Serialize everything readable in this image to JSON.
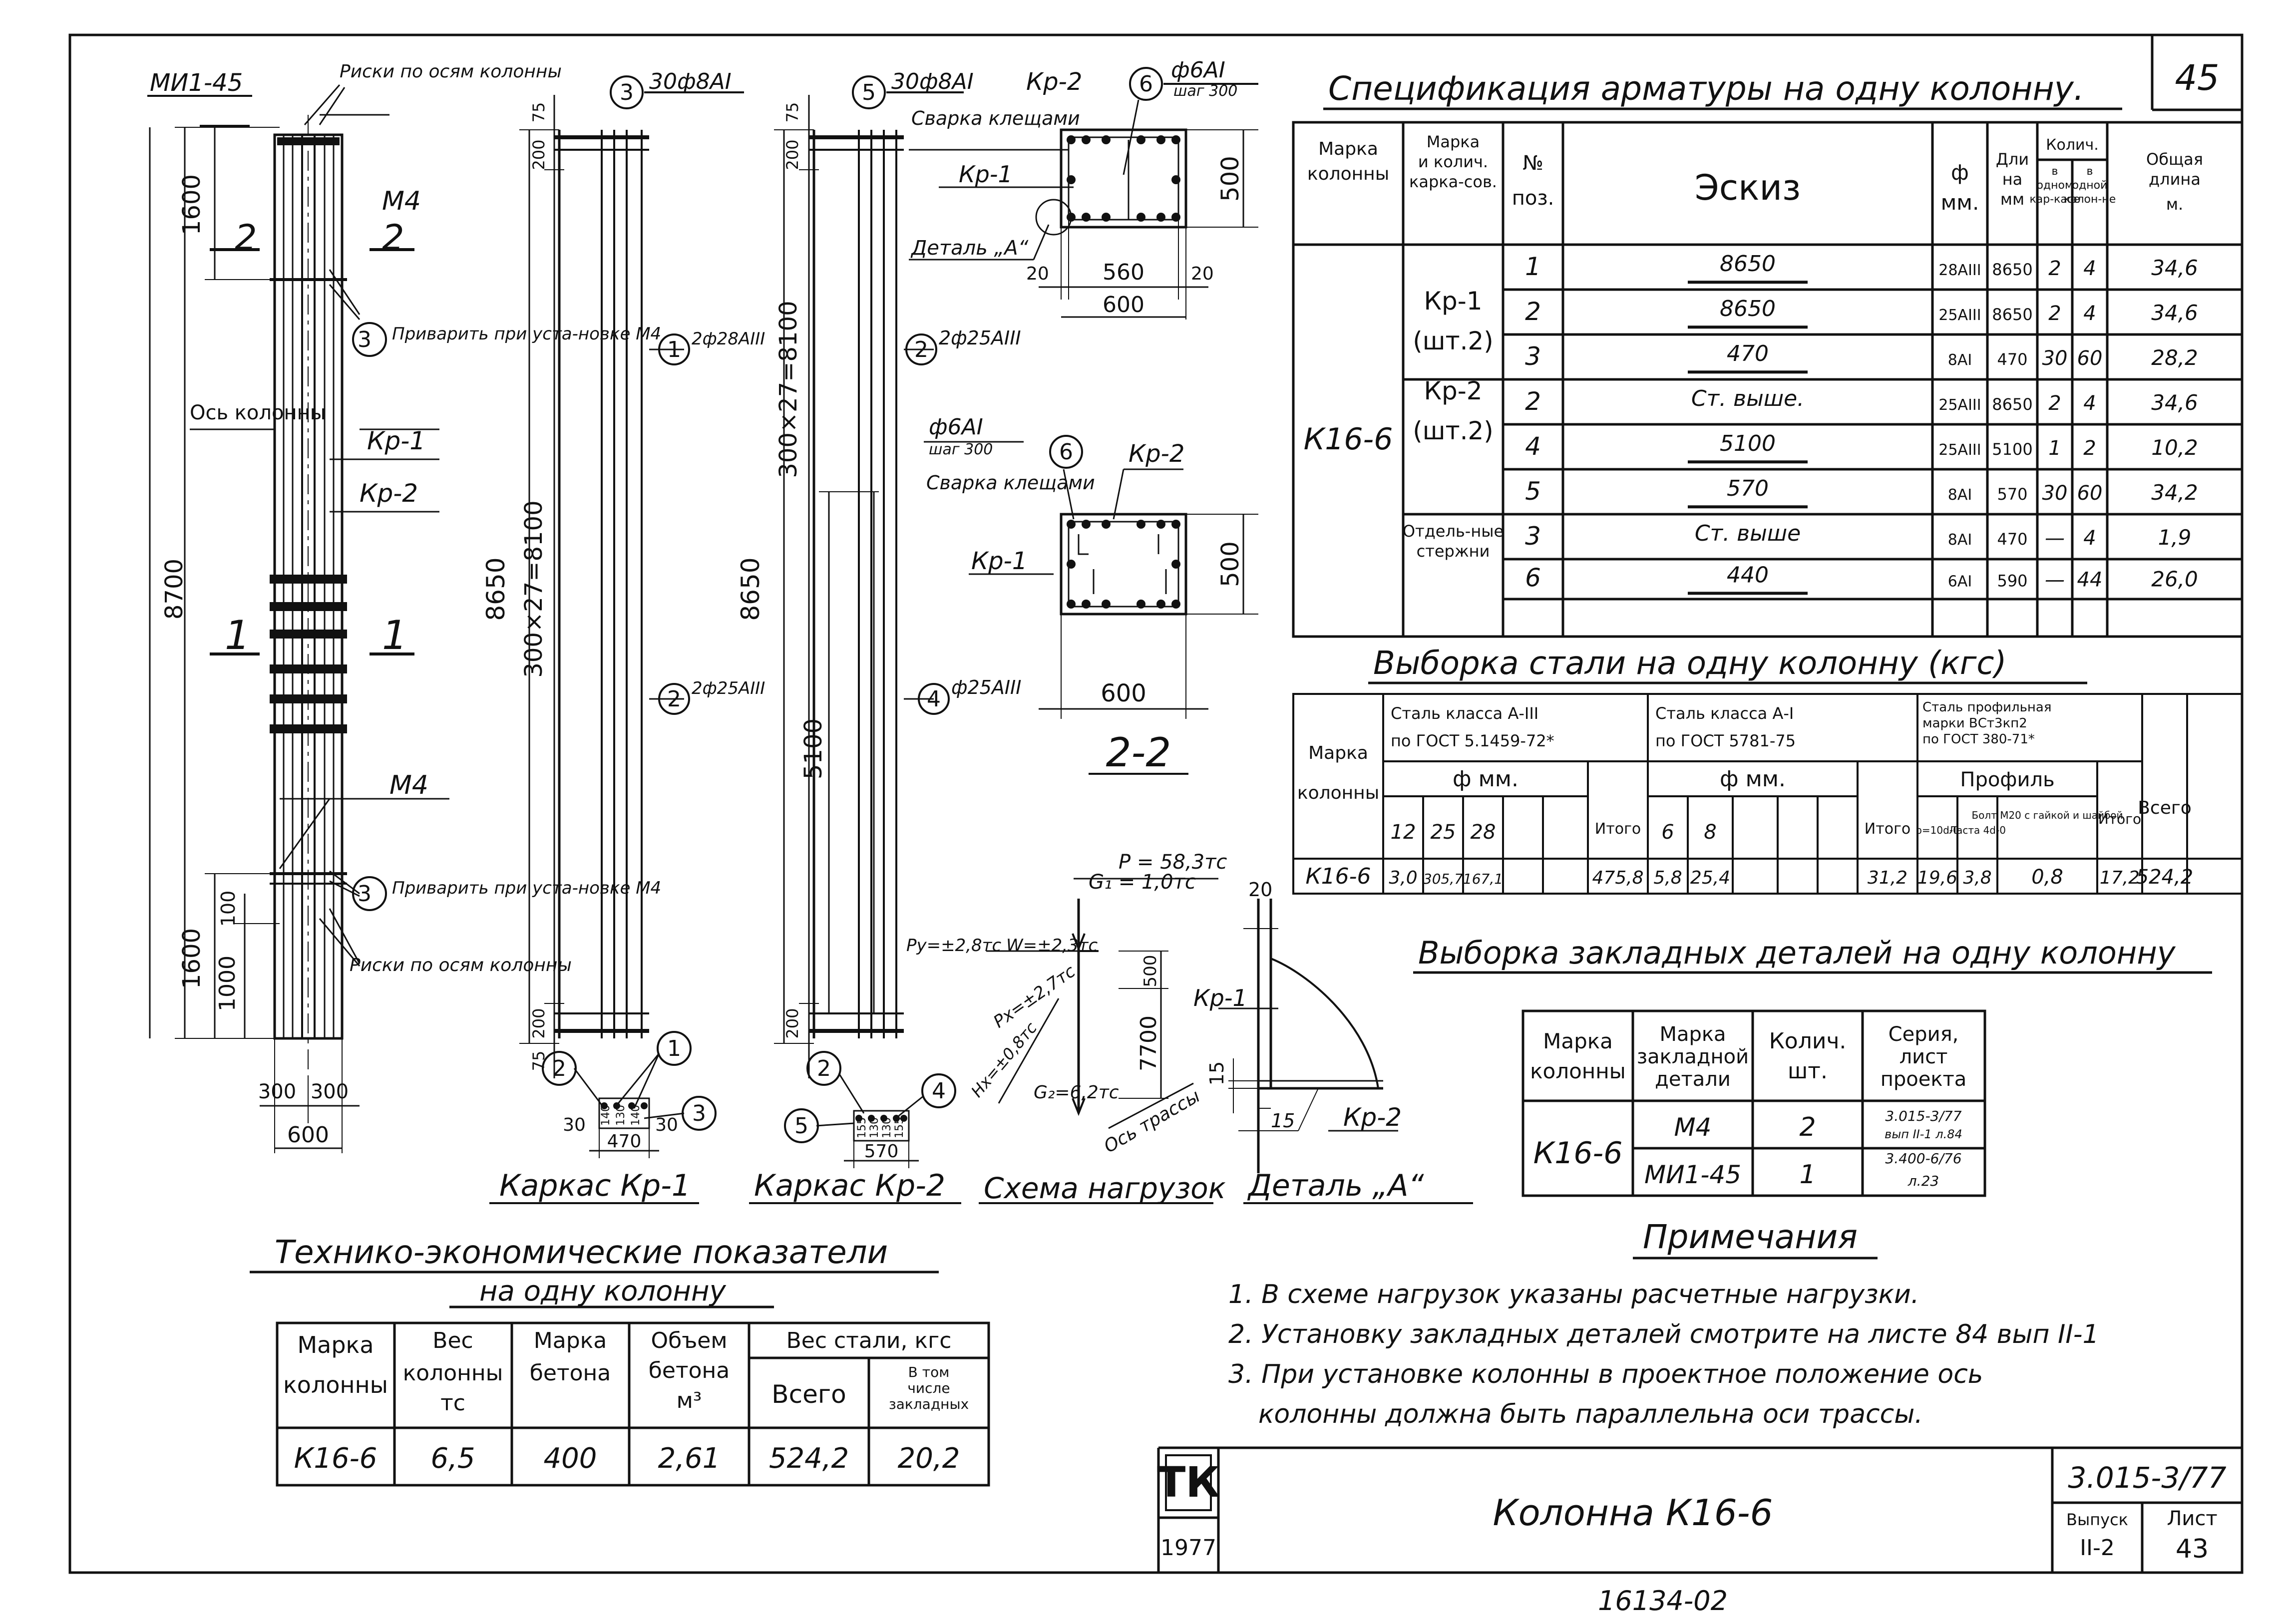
{
  "page_number": "45",
  "specification": {
    "title": "Спецификация арматуры на одну колонну.",
    "headers": {
      "mark": "Марка колонны",
      "frames": "Марка и колич. карка-сов.",
      "pos": "№ поз.",
      "sketch": "Эскиз",
      "phi": "ф мм.",
      "length": "Длина мм",
      "qty_frame": "Колич. в одном кар-касе",
      "qty_column": "Колич. в одной колон-не",
      "total_length": "Общая длина м."
    },
    "column_mark": "К16-6",
    "groups": [
      {
        "label": "Кр-1 (шт.2)"
      },
      {
        "label": "Кр-2 (шт.2)"
      },
      {
        "label": "Отдель-ные стержни"
      }
    ],
    "rows": [
      {
        "pos": "1",
        "sketch": "8650",
        "phi": "28AIII",
        "length": "8650",
        "q_frame": "2",
        "q_col": "4",
        "total": "34,6"
      },
      {
        "pos": "2",
        "sketch": "8650",
        "phi": "25AIII",
        "length": "8650",
        "q_frame": "2",
        "q_col": "4",
        "total": "34,6"
      },
      {
        "pos": "3",
        "sketch": "470",
        "phi": "8AI",
        "length": "470",
        "q_frame": "30",
        "q_col": "60",
        "total": "28,2"
      },
      {
        "pos": "2",
        "sketch": "Ст. выше.",
        "phi": "25AIII",
        "length": "8650",
        "q_frame": "2",
        "q_col": "4",
        "total": "34,6"
      },
      {
        "pos": "4",
        "sketch": "5100",
        "phi": "25AIII",
        "length": "5100",
        "q_frame": "1",
        "q_col": "2",
        "total": "10,2"
      },
      {
        "pos": "5",
        "sketch": "570",
        "phi": "8AI",
        "length": "570",
        "q_frame": "30",
        "q_col": "60",
        "total": "34,2"
      },
      {
        "pos": "3",
        "sketch": "Ст. выше",
        "phi": "8AI",
        "length": "470",
        "q_frame": "—",
        "q_col": "4",
        "total": "1,9"
      },
      {
        "pos": "6",
        "sketch": "440",
        "phi": "6AI",
        "length": "590",
        "q_frame": "—",
        "q_col": "44",
        "total": "26,0"
      }
    ]
  },
  "steel_table": {
    "title": "Выборка стали на одну колонну (кгс)",
    "mark_header": "Марка колонны",
    "group_a3": "Сталь класса А-III по ГОСТ 5.1459-72*",
    "group_a1": "Сталь класса А-I по ГОСТ 5781-75",
    "group_profile": "Сталь профильная марки ВСт3кп2 по ГОСТ 380-71*",
    "phi_mm": "ф мм.",
    "profile": "Профиль",
    "sub_a3": [
      "12",
      "25",
      "28"
    ],
    "sub_a1": [
      "6",
      "8"
    ],
    "sub_profile": [
      "b=10d-0",
      "Ластa 4d-0",
      "Болт М20 с гайкой и шайбой"
    ],
    "itogo": "Итого",
    "vsego": "Всего",
    "row": {
      "mark": "К16-6",
      "a3": [
        "3,0",
        "305,7",
        "167,1"
      ],
      "a3_total": "475,8",
      "a1": [
        "5,8",
        "25,4"
      ],
      "a1_total": "31,2",
      "profile": [
        "19,6",
        "3,8",
        "0,8"
      ],
      "profile_total": "17,2",
      "grand_total": "524,2"
    }
  },
  "embedded_table": {
    "title": "Выборка закладных деталей на одну колонну",
    "headers": [
      "Марка колонны",
      "Марка закладной детали",
      "Колич. шт.",
      "Серия, лист проекта"
    ],
    "column_mark": "К16-6",
    "rows": [
      {
        "detail": "М4",
        "qty": "2",
        "series": "3.015-3/77 вып II-1 л.84"
      },
      {
        "detail": "МИ1-45",
        "qty": "1",
        "series": "3.400-6/76 л.23"
      }
    ]
  },
  "notes": {
    "title": "Примечания",
    "items": [
      "1. В схеме нагрузок указаны расчетные нагрузки.",
      "2. Установку закладных деталей смотрите на листе 84 вып II-1",
      "3. При установке колонны в проектное положение ось",
      "колонны должна быть параллельна оси трассы."
    ]
  },
  "tech_table": {
    "title_line1": "Технико-экономические показатели",
    "title_line2": "на одну колонну",
    "headers": {
      "mark": "Марка колонны",
      "weight": "Вес колонны тс",
      "concrete": "Марка бетона",
      "volume": "Объем бетона м³",
      "steel": "Вес стали, кгс",
      "total": "Всего",
      "embedded": "В том числе закладных деталей"
    },
    "row": {
      "mark": "К16-6",
      "weight": "6,5",
      "concrete": "400",
      "volume": "2,61",
      "total": "524,2",
      "embedded": "20,2"
    }
  },
  "title_block": {
    "logo": "ТК",
    "year": "1977",
    "name": "Колонна К16-6",
    "series": "3.015-3/77",
    "issue_label": "Выпуск",
    "issue": "II-2",
    "sheet_label": "Лист",
    "sheet": "43"
  },
  "footer_handwritten": "16134-02",
  "drawings": {
    "column": {
      "top_label": "МИ1-45",
      "risks_top": "Риски по осям колонны",
      "m4_top": "М4",
      "m4_bottom": "М4",
      "weld_note": "Приварить при уста-новке М4",
      "axis_label": "Ось колонны",
      "kr1": "Кр-1",
      "kr2": "Кр-2",
      "risks_bottom": "Риски по осям колонны",
      "dim_1600_top": "1600",
      "dim_8700": "8700",
      "dim_1600_bottom": "1600",
      "dim_1000": "1000",
      "dim_100": "100",
      "dim_300a": "300",
      "dim_300b": "300",
      "dim_600": "600",
      "section_2": "2",
      "section_1": "1",
      "marker_3": "3"
    },
    "frame1": {
      "caption": "Каркас Кр-1",
      "top_bar": "30ф8AI",
      "bar1": "2ф28AIII",
      "bar2": "2ф25AIII",
      "dim_8650": "8650",
      "dim_pitch": "300×27=8100",
      "dim_75": "75",
      "dim_200a": "200",
      "dim_200b": "200",
      "dim_75b": "75",
      "dim_470": "470",
      "dim_30a": "30",
      "dim_30b": "30",
      "sec_dims": [
        "140",
        "130",
        "140"
      ],
      "m1": "1",
      "m2": "2",
      "m3": "3",
      "m1b": "1",
      "m2b": "2",
      "m3b": "3"
    },
    "frame2": {
      "caption": "Каркас Кр-2",
      "top_bar": "30ф8AI",
      "kr2": "Кр-2",
      "bar2": "2ф25AIII",
      "bar4": "ф25AIII",
      "dim_8650": "8650",
      "dim_pitch": "300×27=8100",
      "dim_5100": "5100",
      "dim_75": "75",
      "dim_200a": "200",
      "dim_200b": "200",
      "dim_570": "570",
      "sec_dims": [
        "155",
        "130",
        "130",
        "155"
      ],
      "m5": "5",
      "m2": "2",
      "m4": "4",
      "m2b": "2",
      "m4b": "4",
      "m5b": "5"
    },
    "section11": {
      "phi6": "ф6AI",
      "step": "шаг 300",
      "weld": "Сварка клещами",
      "kr1": "Кр-1",
      "detail_a": "Деталь „А“",
      "dim_500": "500",
      "dim_560": "560",
      "dim_600": "600",
      "dim_20a": "20",
      "dim_20b": "20",
      "m6": "6"
    },
    "section22": {
      "phi6": "ф6AI",
      "step": "шаг 300",
      "weld": "Сварка клещами",
      "kr2": "Кр-2",
      "kr1": "Кр-1",
      "dim_500": "500",
      "dim_600": "600",
      "caption": "2-2",
      "m6": "6"
    },
    "loads": {
      "caption": "Схема нагрузок",
      "p": "P = 58,3тс",
      "g1": "G₁ = 1,0тс",
      "py": "Pу=±2,8тс",
      "w": "W=±2,3тс",
      "px": "Px=±2,7тс",
      "hx": "Hx=±0,8тс",
      "g2": "G₂=6,2тс",
      "axis": "Ось трассы",
      "dim_500": "500",
      "dim_7700": "7700"
    },
    "detail_a": {
      "caption": "Деталь „А“",
      "kr1": "Кр-1",
      "kr2": "Кр-2",
      "dim_20": "20",
      "dim_15a": "15",
      "dim_15b": "15"
    }
  }
}
